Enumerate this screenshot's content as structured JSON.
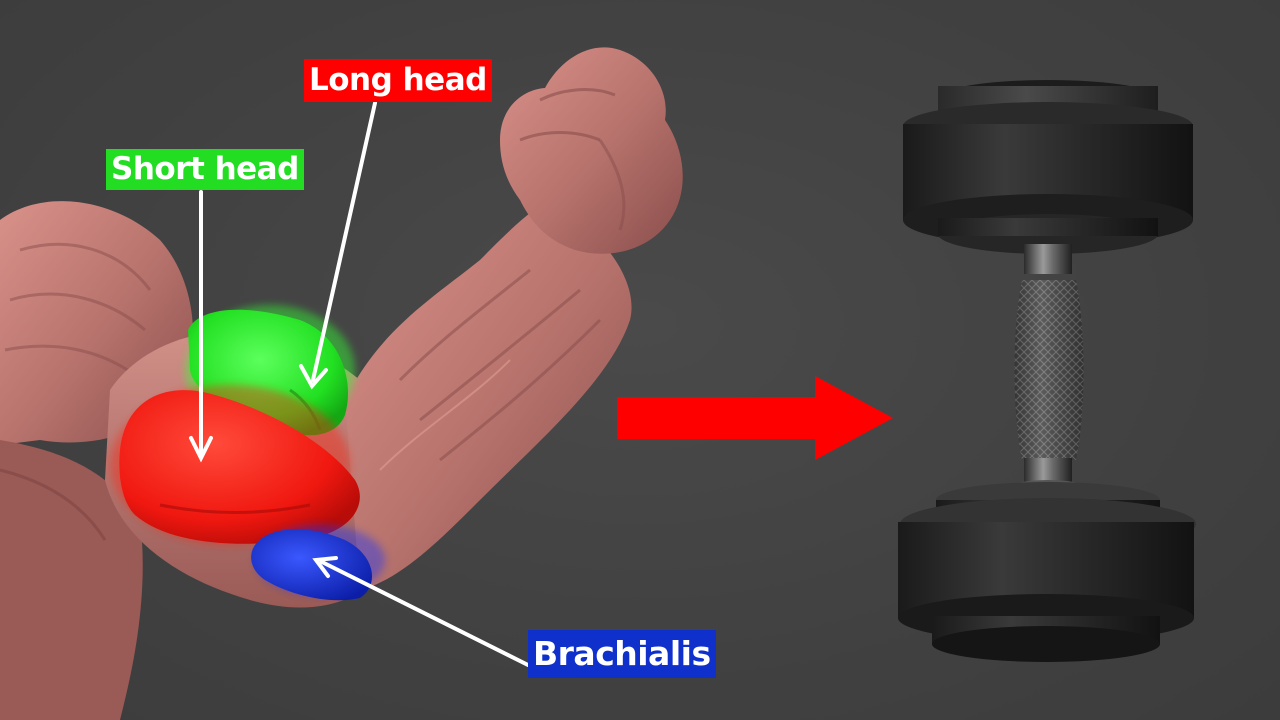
{
  "labels": {
    "long_head": "Long head",
    "short_head": "Short head",
    "brachialis": "Brachialis"
  },
  "colors": {
    "background": "#424242",
    "long_head": "#ff0000",
    "short_head": "#22dd22",
    "brachialis": "#1030cc",
    "arrow": "#ff0000",
    "pointer": "#ffffff"
  },
  "icons": {
    "subject": "flexed-arm-icon",
    "target": "dumbbell-icon",
    "transition": "right-arrow-icon"
  }
}
